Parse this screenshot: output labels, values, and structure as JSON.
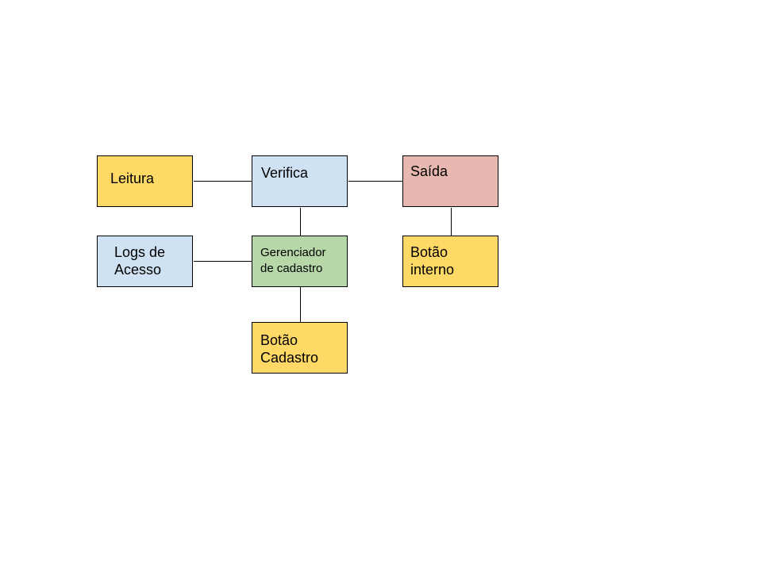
{
  "diagram": {
    "nodes": {
      "leitura": {
        "label": "Leitura",
        "color": "#ffd966"
      },
      "verifica": {
        "label": "Verifica",
        "color": "#cfe2f3"
      },
      "saida": {
        "label": "Saída",
        "color": "#e6b8af"
      },
      "logs": {
        "label": "Logs de\nAcesso",
        "color": "#cfe2f3"
      },
      "gerenciador": {
        "label": "Gerenciador\nde cadastro",
        "color": "#b6d7a8"
      },
      "botao_interno": {
        "label": "Botão\ninterno",
        "color": "#ffd966"
      },
      "botao_cadastro": {
        "label": "Botão\nCadastro",
        "color": "#ffd966"
      }
    },
    "edges": [
      [
        "leitura",
        "verifica"
      ],
      [
        "verifica",
        "saida"
      ],
      [
        "verifica",
        "gerenciador"
      ],
      [
        "logs",
        "gerenciador"
      ],
      [
        "gerenciador",
        "botao_cadastro"
      ],
      [
        "saida",
        "botao_interno"
      ]
    ]
  }
}
